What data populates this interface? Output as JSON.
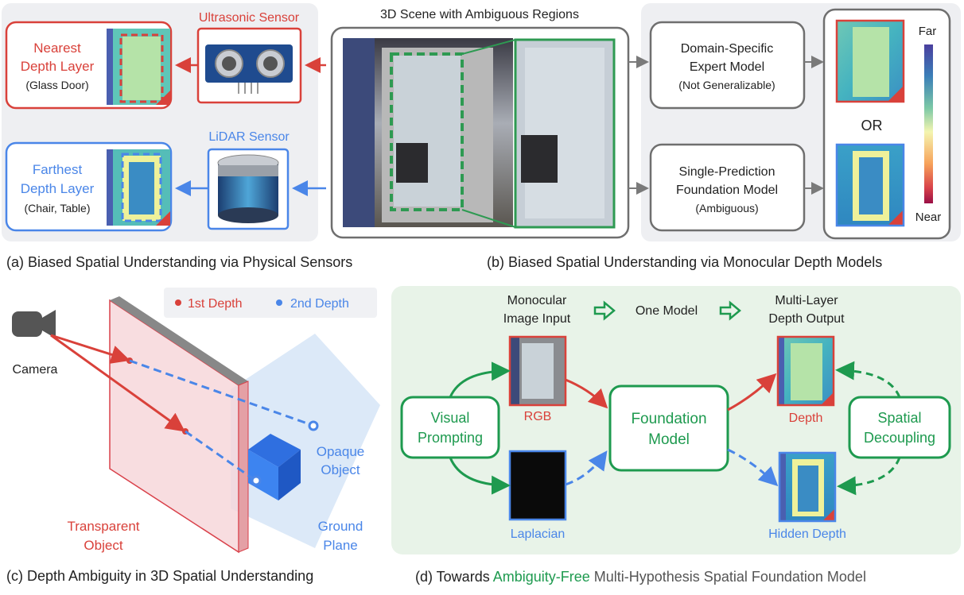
{
  "panel_a": {
    "caption": "(a) Biased Spatial Understanding via Physical Sensors",
    "ultrasonic_label": "Ultrasonic Sensor",
    "lidar_label": "LiDAR Sensor",
    "nearest_line1": "Nearest",
    "nearest_line2": "Depth Layer",
    "nearest_sub": "(Glass Door)",
    "farthest_line1": "Farthest",
    "farthest_line2": "Depth Layer",
    "farthest_sub": "(Chair, Table)"
  },
  "scene": {
    "title": "3D Scene with Ambiguous Regions"
  },
  "panel_b": {
    "caption": "(b) Biased Spatial Understanding via Monocular Depth Models",
    "expert_line1": "Domain-Specific",
    "expert_line2": "Expert Model",
    "expert_sub": "(Not Generalizable)",
    "single_line1": "Single-Prediction",
    "single_line2": "Foundation Model",
    "single_sub": "(Ambiguous)",
    "or_label": "OR",
    "far_label": "Far",
    "near_label": "Near"
  },
  "panel_c": {
    "caption": "(c) Depth Ambiguity in 3D Spatial Understanding",
    "legend_first": "1st Depth",
    "legend_second": "2nd Depth",
    "camera_label": "Camera",
    "transparent_line1": "Transparent",
    "transparent_line2": "Object",
    "opaque_line1": "Opaque",
    "opaque_line2": "Object",
    "ground_line1": "Ground",
    "ground_line2": "Plane"
  },
  "panel_d": {
    "caption_prefix": "(d) Towards ",
    "caption_highlight": "Ambiguity-Free",
    "caption_suffix": " Multi-Hypothesis Spatial Foundation Model",
    "input_line1": "Monocular",
    "input_line2": "Image Input",
    "one_model": "One Model",
    "output_line1": "Multi-Layer",
    "output_line2": "Depth Output",
    "visual_line1": "Visual",
    "visual_line2": "Prompting",
    "foundation_line1": "Foundation",
    "foundation_line2": "Model",
    "spatial_line1": "Spatial",
    "spatial_line2": "Decoupling",
    "rgb_label": "RGB",
    "laplacian_label": "Laplacian",
    "depth_label": "Depth",
    "hidden_label": "Hidden Depth"
  },
  "colors": {
    "red": "#d9413a",
    "blue": "#4a86e8",
    "green": "#1e9a4f",
    "gray_panel": "#eeeff2",
    "green_panel": "#e8f3e8"
  }
}
